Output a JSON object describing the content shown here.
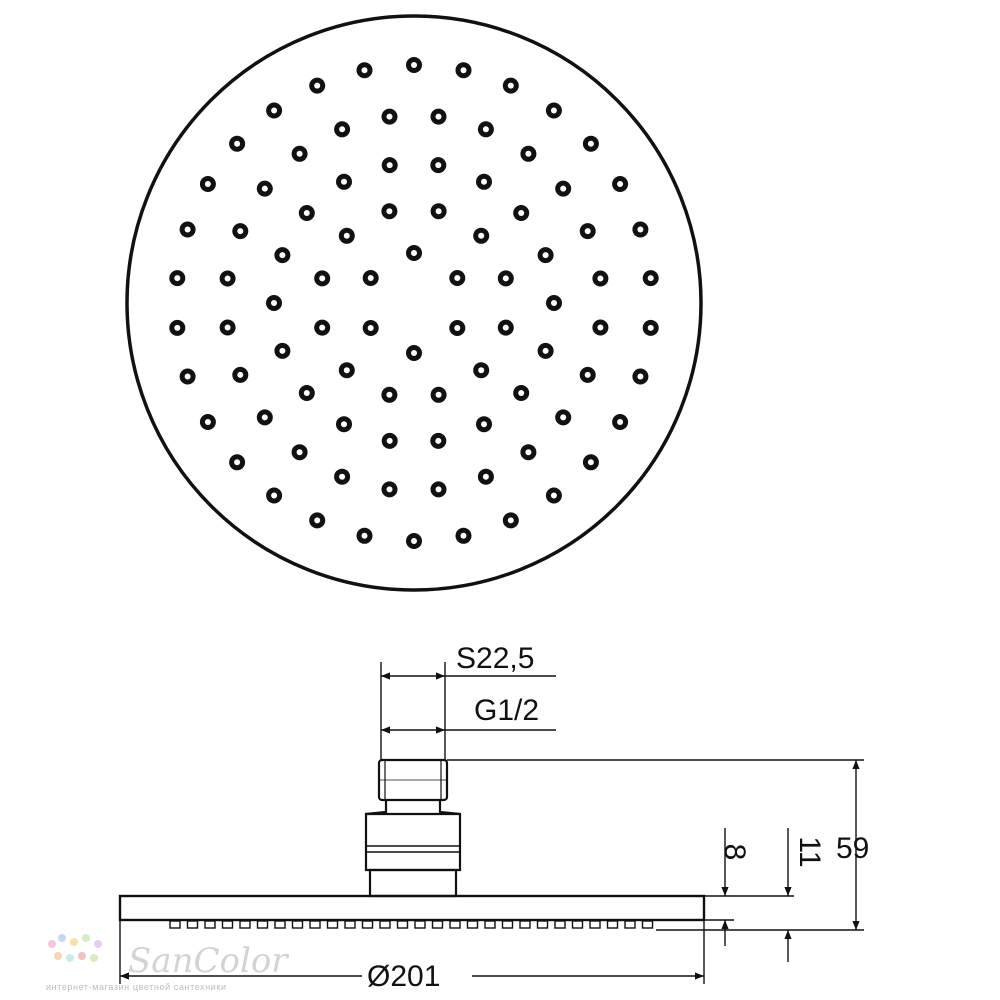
{
  "dimensions": {
    "wrench_size": "S22,5",
    "thread": "G1/2",
    "total_height": "59",
    "plate_dim_a": "8",
    "plate_dim_b": "11",
    "diameter": "Ø201"
  },
  "watermark": {
    "logo": "SanColor",
    "tagline": "интернет-магазин цветной сантехники"
  },
  "colors": {
    "line": "#111111",
    "watermark": "#d3d3d3"
  }
}
